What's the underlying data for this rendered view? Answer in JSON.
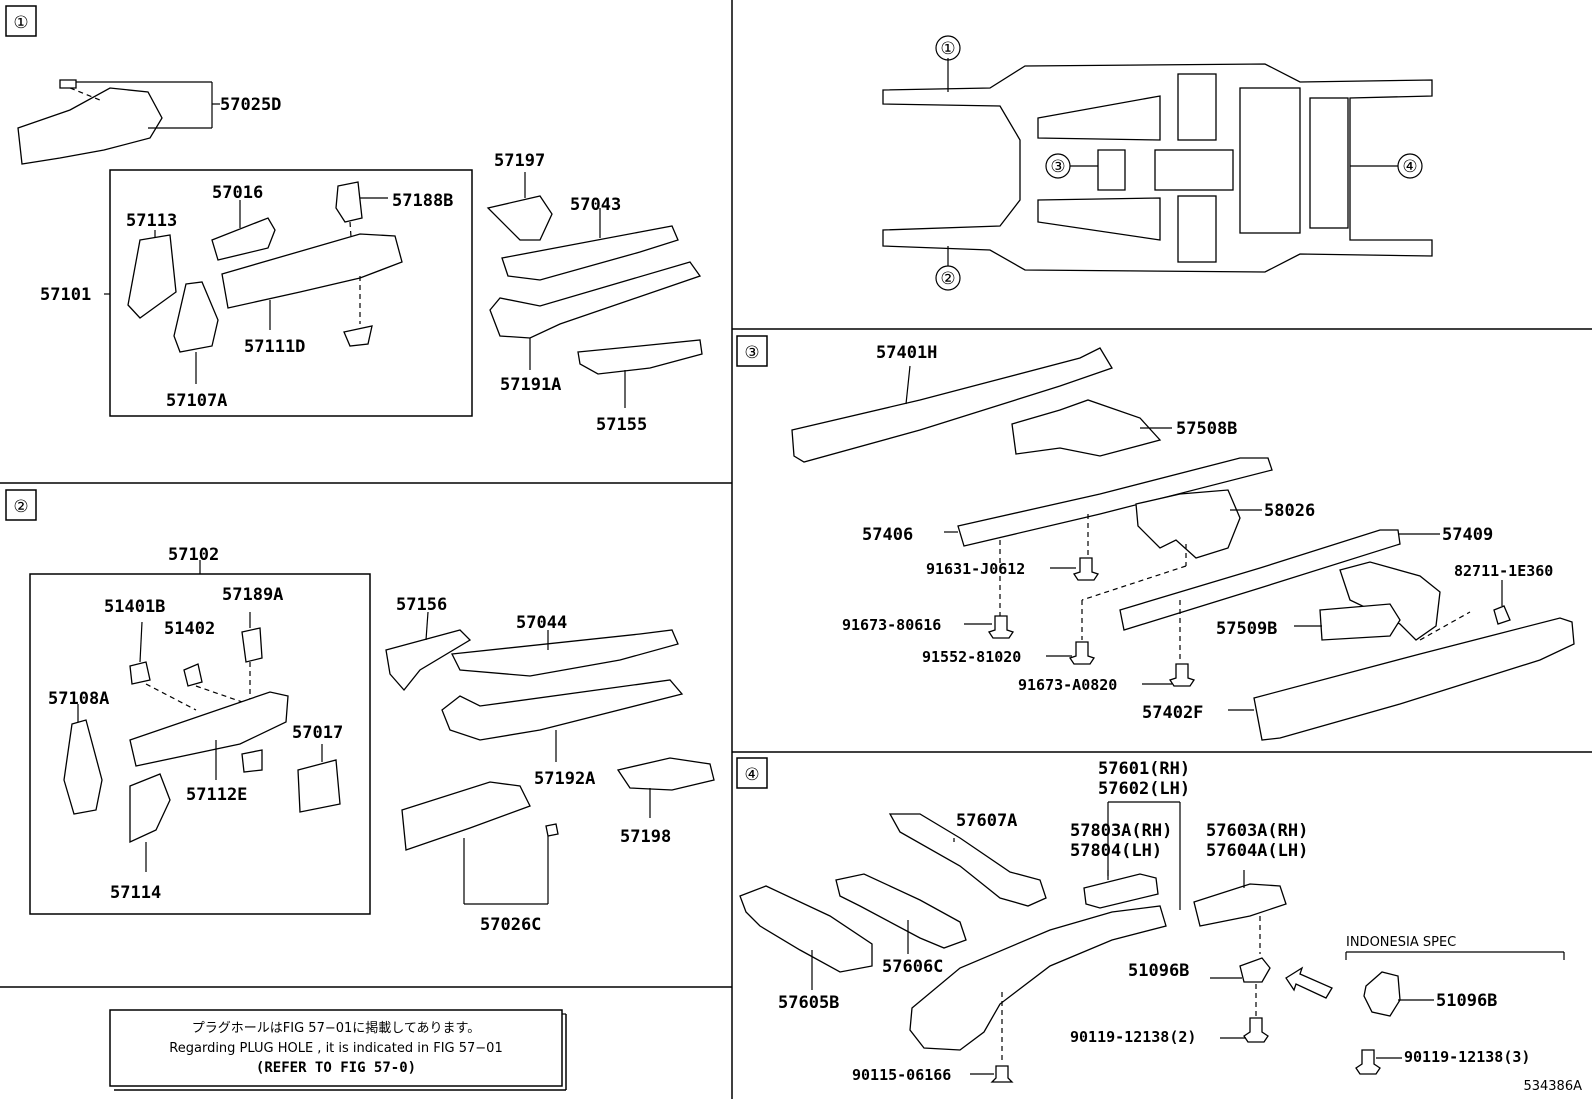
{
  "sections": [
    "①",
    "②",
    "③",
    "④"
  ],
  "overview_markers": [
    "①",
    "②",
    "③",
    "④"
  ],
  "section1": {
    "labels": [
      "57025D",
      "57016",
      "57188B",
      "57113",
      "57101",
      "57111D",
      "57107A",
      "57197",
      "57043",
      "57191A",
      "57155"
    ]
  },
  "section2": {
    "labels": [
      "57102",
      "51401B",
      "57189A",
      "51402",
      "57108A",
      "57017",
      "57112E",
      "57114",
      "57156",
      "57044",
      "57192A",
      "57198",
      "57026C"
    ]
  },
  "section3": {
    "labels": [
      "57401H",
      "57508B",
      "58026",
      "57406",
      "57409",
      "91631-J0612",
      "82711-1E360",
      "91673-80616",
      "57509B",
      "91552-81020",
      "91673-A0820",
      "57402F"
    ]
  },
  "section4": {
    "labels": [
      "57601(RH)",
      "57602(LH)",
      "57607A",
      "57803A(RH)",
      "57804(LH)",
      "57603A(RH)",
      "57604A(LH)",
      "57606C",
      "51096B",
      "57605B",
      "90119-12138(2)",
      "90115-06166"
    ],
    "indonesia_title": "INDONESIA SPEC",
    "indonesia_labels": [
      "51096B",
      "90119-12138(3)"
    ]
  },
  "note": {
    "jp": "プラグホールはFIG 57−01に掲載してあります。",
    "en": "Regarding  PLUG  HOLE , it is indicated in FIG  57−01",
    "ref": "(REFER TO FIG 57-0)"
  },
  "figure_id": "534386A"
}
